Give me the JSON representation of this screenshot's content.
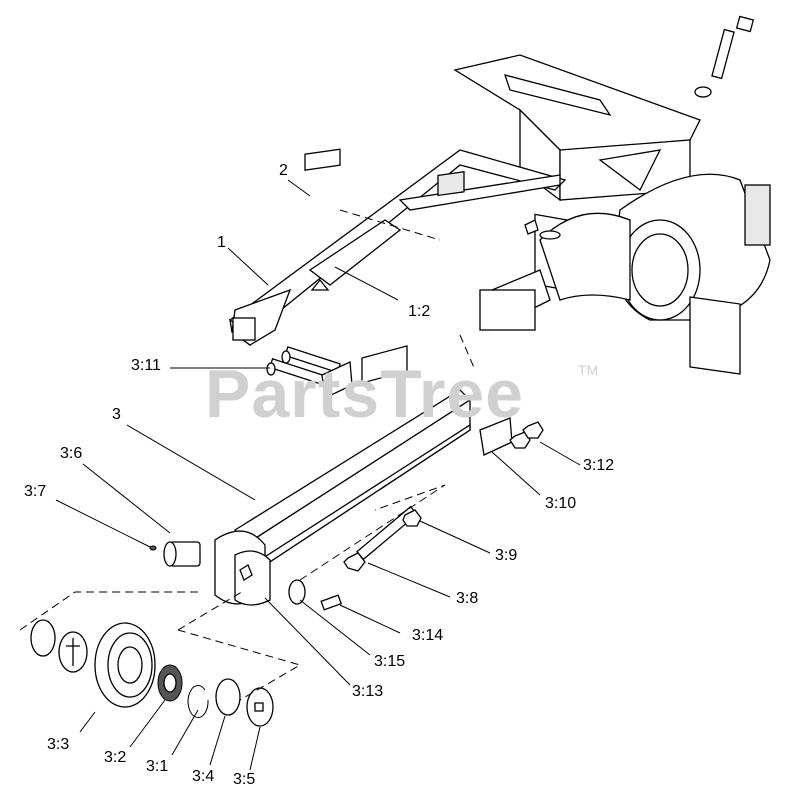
{
  "watermark": {
    "text": "PartsTree",
    "trademark": "TM"
  },
  "callouts": {
    "c1": "1",
    "c2": "2",
    "c1_2": "1:2",
    "c3": "3",
    "c3_11": "3:11",
    "c3_6": "3:6",
    "c3_7": "3:7",
    "c3_12": "3:12",
    "c3_10": "3:10",
    "c3_9": "3:9",
    "c3_8": "3:8",
    "c3_14": "3:14",
    "c3_15": "3:15",
    "c3_13": "3:13",
    "c3_3": "3:3",
    "c3_2": "3:2",
    "c3_1": "3:1",
    "c3_4": "3:4",
    "c3_5": "3:5"
  }
}
